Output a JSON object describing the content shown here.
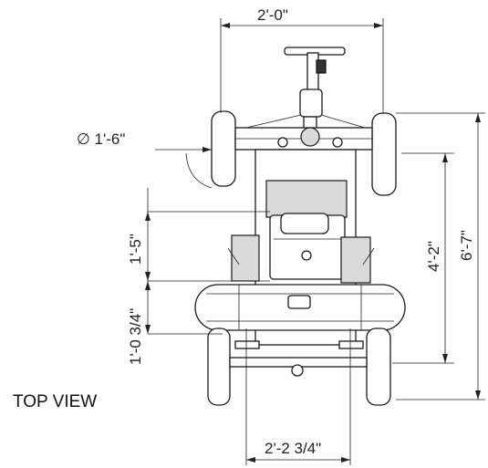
{
  "view_label": "TOP VIEW",
  "dimensions": {
    "top_width": "2'-0\"",
    "wheel_diameter": "∅ 1'-6\"",
    "dim_1_5": "1'-5\"",
    "dim_1_0_3_4": "1'-0 3/4\"",
    "dim_4_2": "4'-2\"",
    "dim_6_7": "6'-7\"",
    "bottom_width": "2'-2 3/4\""
  }
}
